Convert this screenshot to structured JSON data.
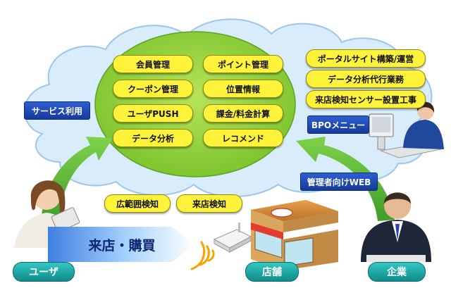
{
  "core_services": [
    "会員管理",
    "ポイント管理",
    "クーポン管理",
    "位置情報",
    "ユーザPUSH",
    "課金/料金計算",
    "データ分析",
    "レコメンド"
  ],
  "bpo_services": [
    "ポータルサイト構築/運営",
    "データ分析代行業務",
    "来店検知センサー設置工事"
  ],
  "labels": {
    "service_use": "サービス利用",
    "bpo_menu": "BPOメニュー",
    "admin_web": "管理者向けWEB",
    "wide_area": "広範囲検知",
    "store_detect": "来店検知",
    "visit_purchase": "来店・購買"
  },
  "actors": {
    "user": "ユーザ",
    "store": "店舗",
    "company": "企業"
  },
  "colors": {
    "pill_fill": "#fff23a",
    "tag_blue": "#1f4fc0",
    "badge_teal": "#1aa6a3",
    "arrow_green": "#58b935",
    "cloud": "#d8ecfb",
    "ellipse_green": "#9bd33c"
  }
}
